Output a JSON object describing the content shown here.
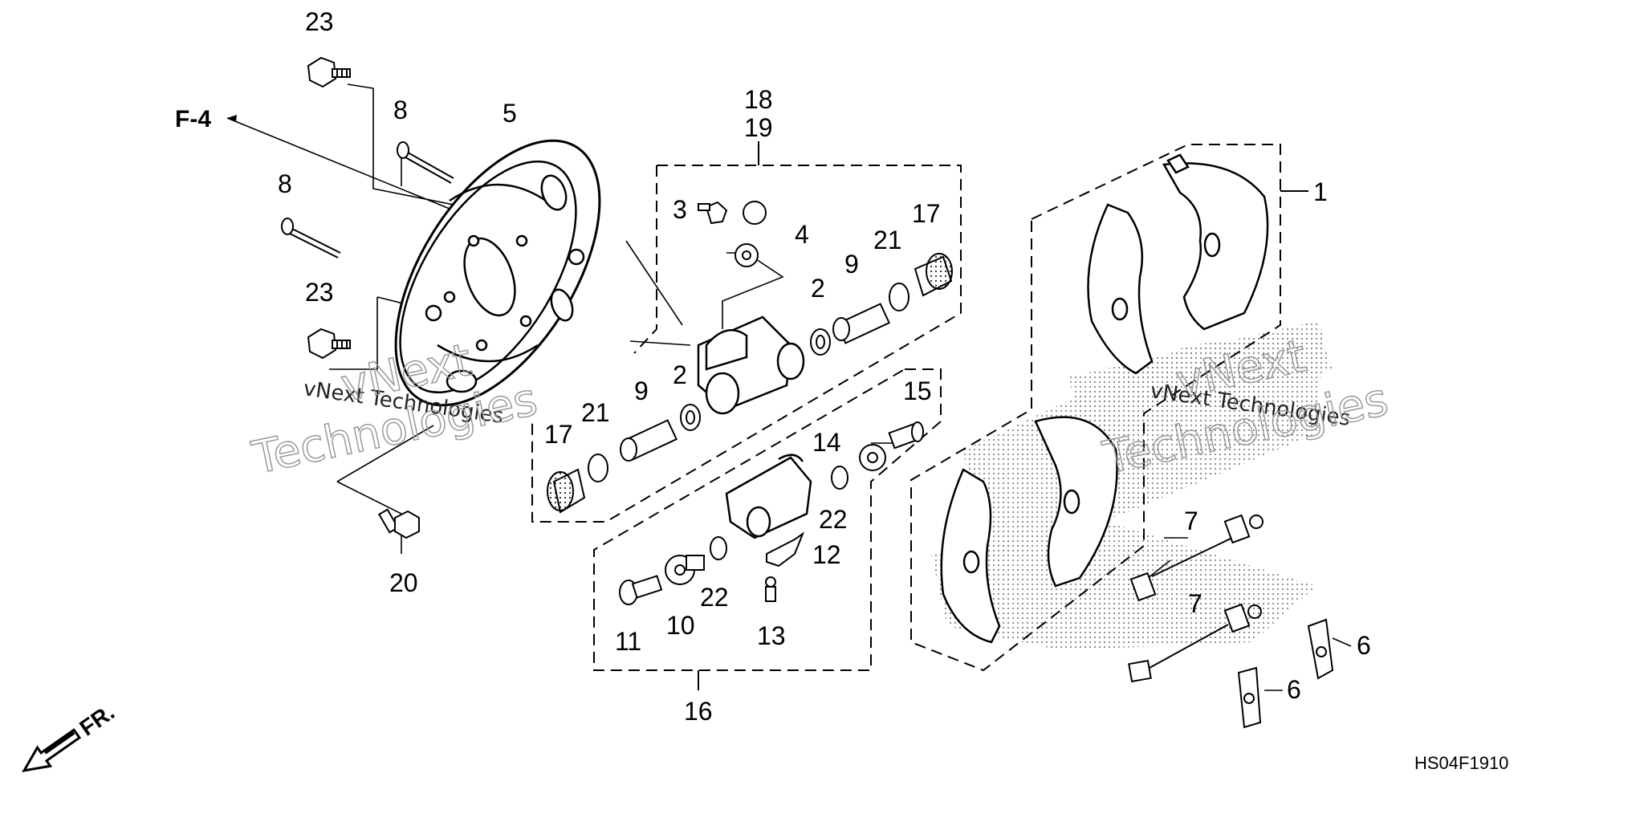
{
  "diagram": {
    "reference_code": "HS04F1910",
    "direction_label": "FR.",
    "cross_reference": "F-4",
    "watermark": {
      "text_small": "vNext Technologies",
      "text_large_line1": "vNext",
      "text_large_line2": "Technologies"
    },
    "callouts": {
      "p1": "1",
      "p2a": "2",
      "p2b": "2",
      "p3": "3",
      "p4": "4",
      "p5": "5",
      "p6a": "6",
      "p6b": "6",
      "p7a": "7",
      "p7b": "7",
      "p8a": "8",
      "p8b": "8",
      "p9a": "9",
      "p9b": "9",
      "p10": "10",
      "p11": "11",
      "p12": "12",
      "p13": "13",
      "p14": "14",
      "p15": "15",
      "p16": "16",
      "p17a": "17",
      "p17b": "17",
      "p18": "18",
      "p19": "19",
      "p20": "20",
      "p21a": "21",
      "p21b": "21",
      "p22a": "22",
      "p22b": "22",
      "p23a": "23",
      "p23b": "23"
    }
  }
}
